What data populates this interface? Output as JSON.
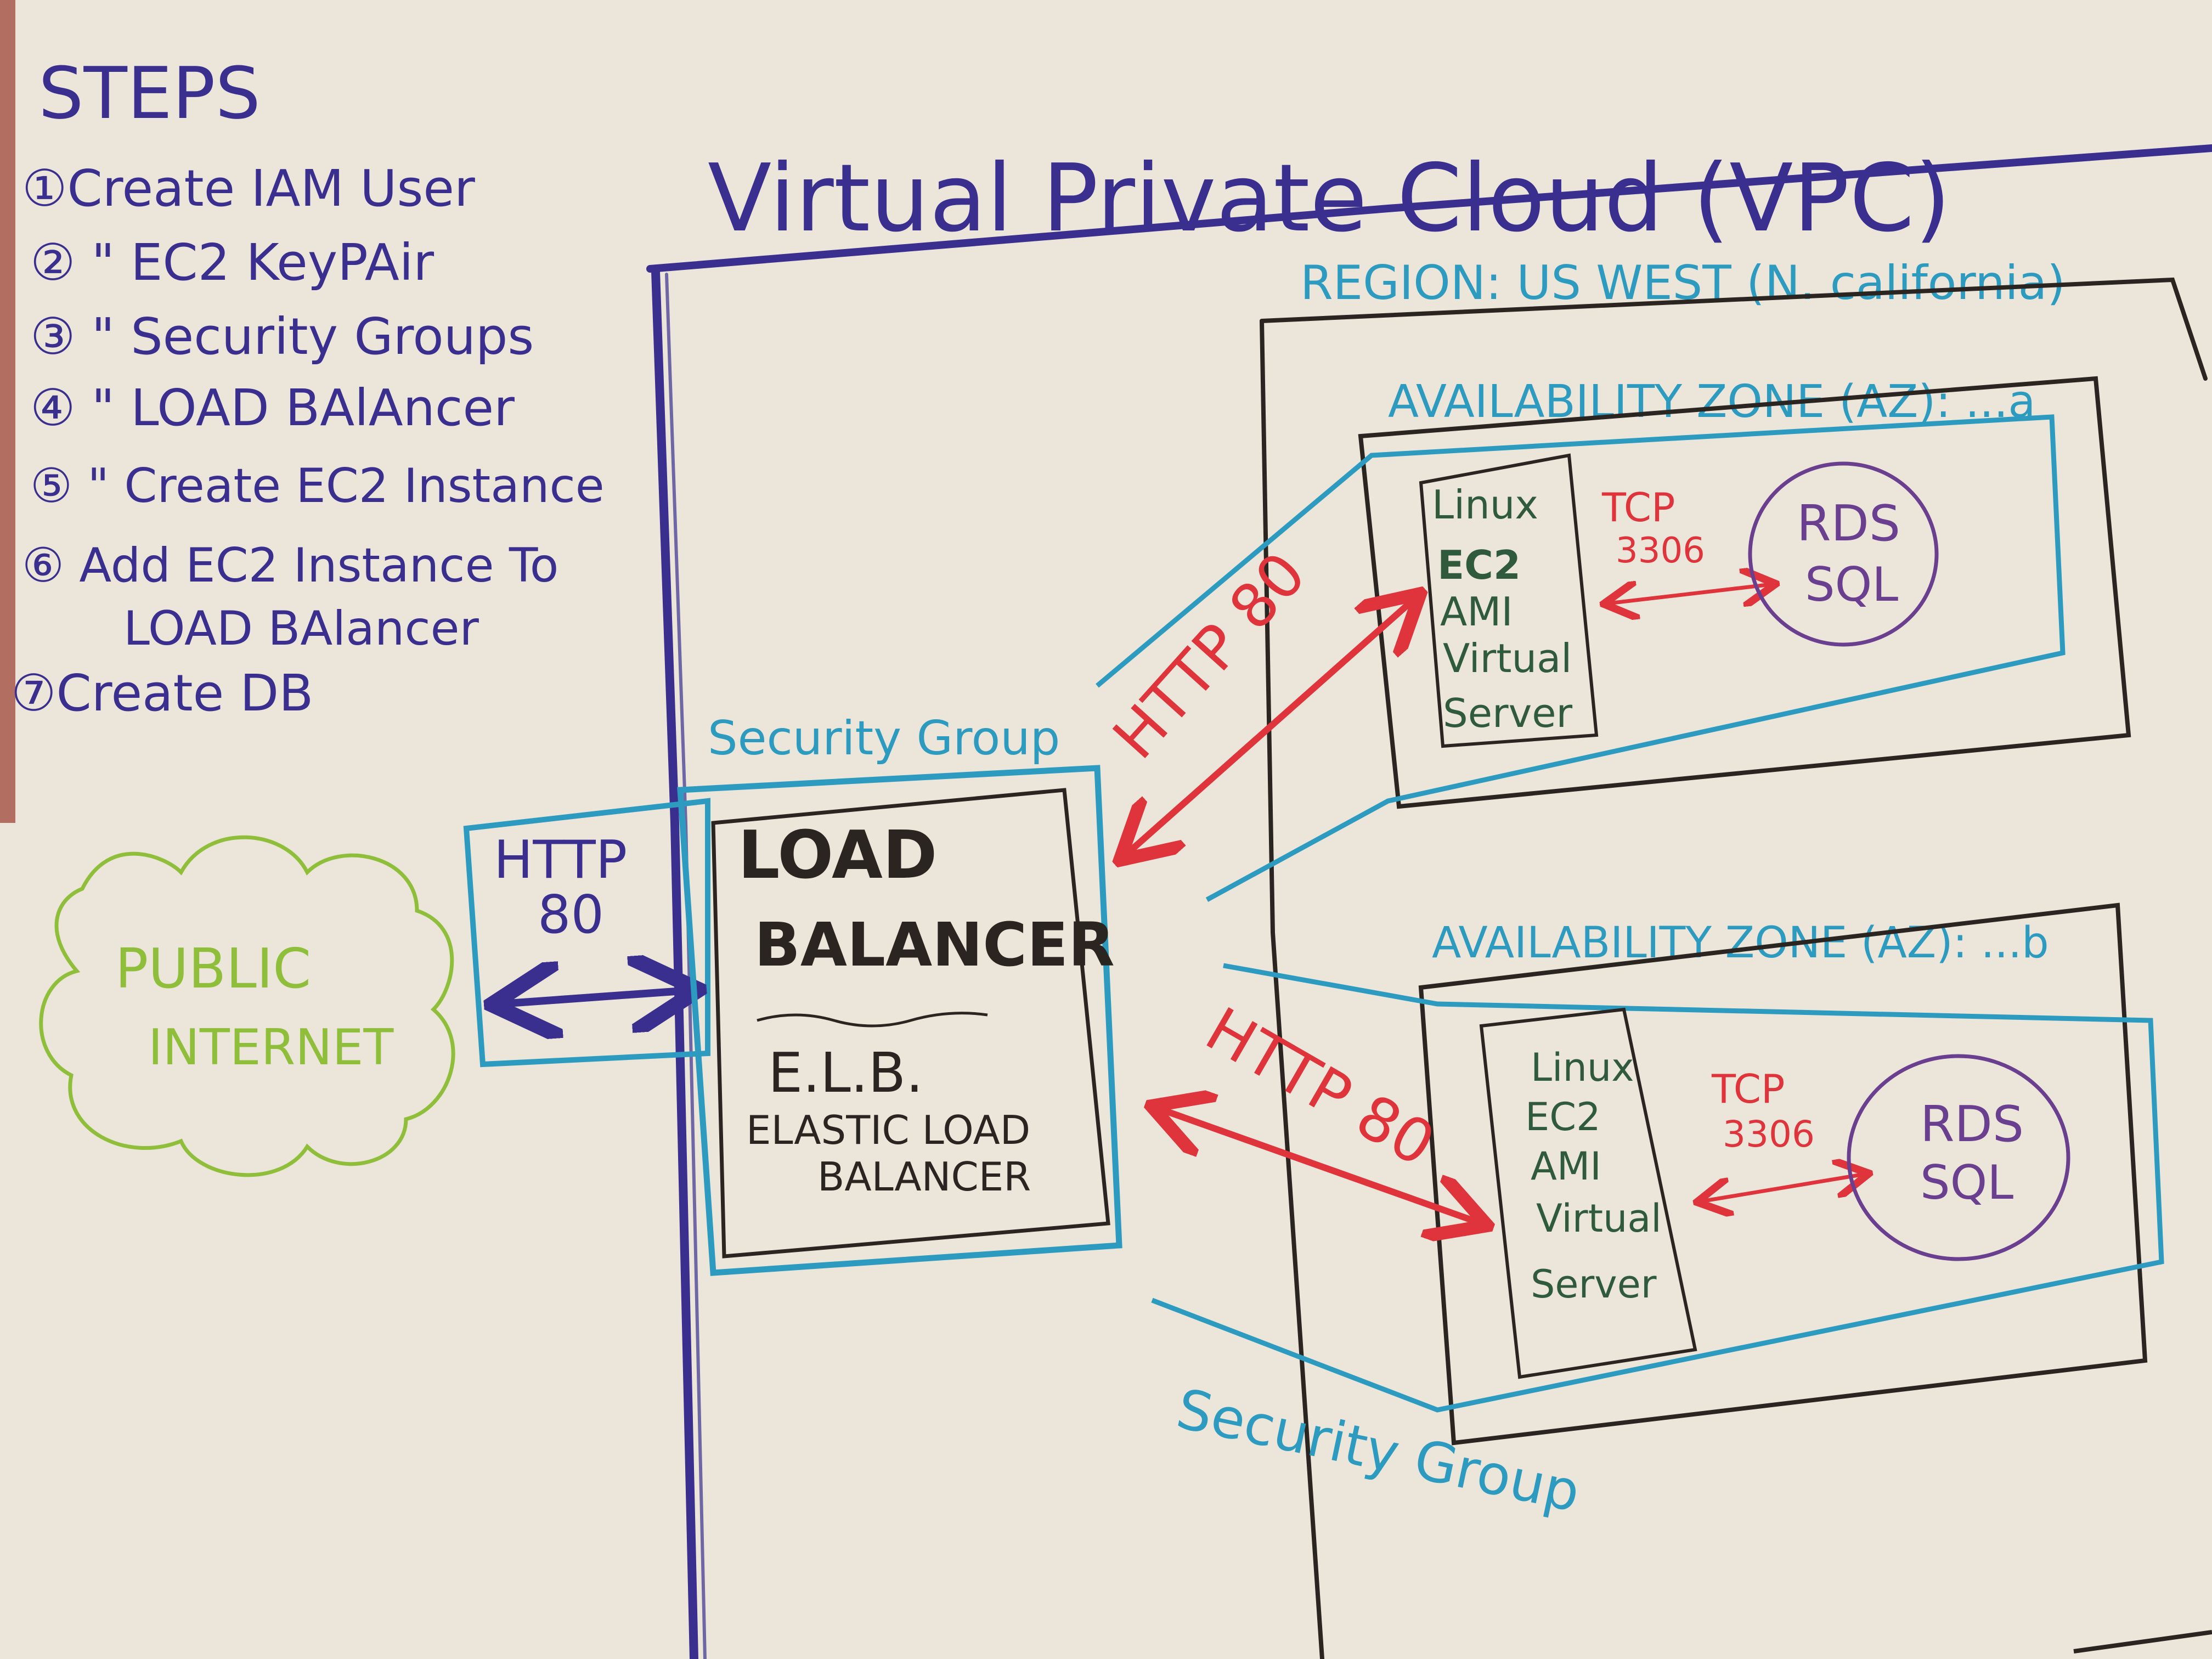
{
  "colors": {
    "paper": "#ece6da",
    "navy": "#3a2f8f",
    "teal": "#2c9bbf",
    "black": "#2b2522",
    "red": "#e0343c",
    "green": "#8fbf3a",
    "purple": "#6a3f8f",
    "darkgreen": "#2f5a3c"
  },
  "steps": {
    "title": "STEPS",
    "items": [
      "①Create IAM User",
      "② \" EC2 KeyPAir",
      "③ \" Security Groups",
      "④ \" LOAD BAlAncer",
      "⑤ \" Create EC2 Instance",
      "⑥ Add EC2 Instance To",
      "LOAD BAlancer",
      "⑦Create DB"
    ]
  },
  "vpc": {
    "title": "Virtual Private Cloud (VPC)",
    "region": "REGION: US WEST (N. california)"
  },
  "internet": {
    "line1": "PUBLIC",
    "line2": "INTERNET"
  },
  "ingress": {
    "line1": "HTTP",
    "line2": "80"
  },
  "load_balancer": {
    "security_group": "Security Group",
    "line1": "LOAD",
    "line2": "BALANCER",
    "abbr": "E.L.B.",
    "line3": "ELASTIC LOAD",
    "line4": "BALANCER"
  },
  "zone_a": {
    "label": "AVAILABILITY ZONE (AZ): ...a",
    "link_label": "HTTP 80",
    "ec2": [
      "Linux",
      "EC2",
      "AMI",
      "Virtual",
      "Server"
    ],
    "tcp": [
      "TCP",
      "3306"
    ],
    "rds": [
      "RDS",
      "SQL"
    ]
  },
  "zone_b": {
    "label": "AVAILABILITY ZONE (AZ): ...b",
    "link_label": "HTTP 80",
    "ec2": [
      "Linux",
      "EC2",
      "AMI",
      "Virtual",
      "Server"
    ],
    "tcp": [
      "TCP",
      "3306"
    ],
    "rds": [
      "RDS",
      "SQL"
    ],
    "security_group": "Security Group"
  }
}
